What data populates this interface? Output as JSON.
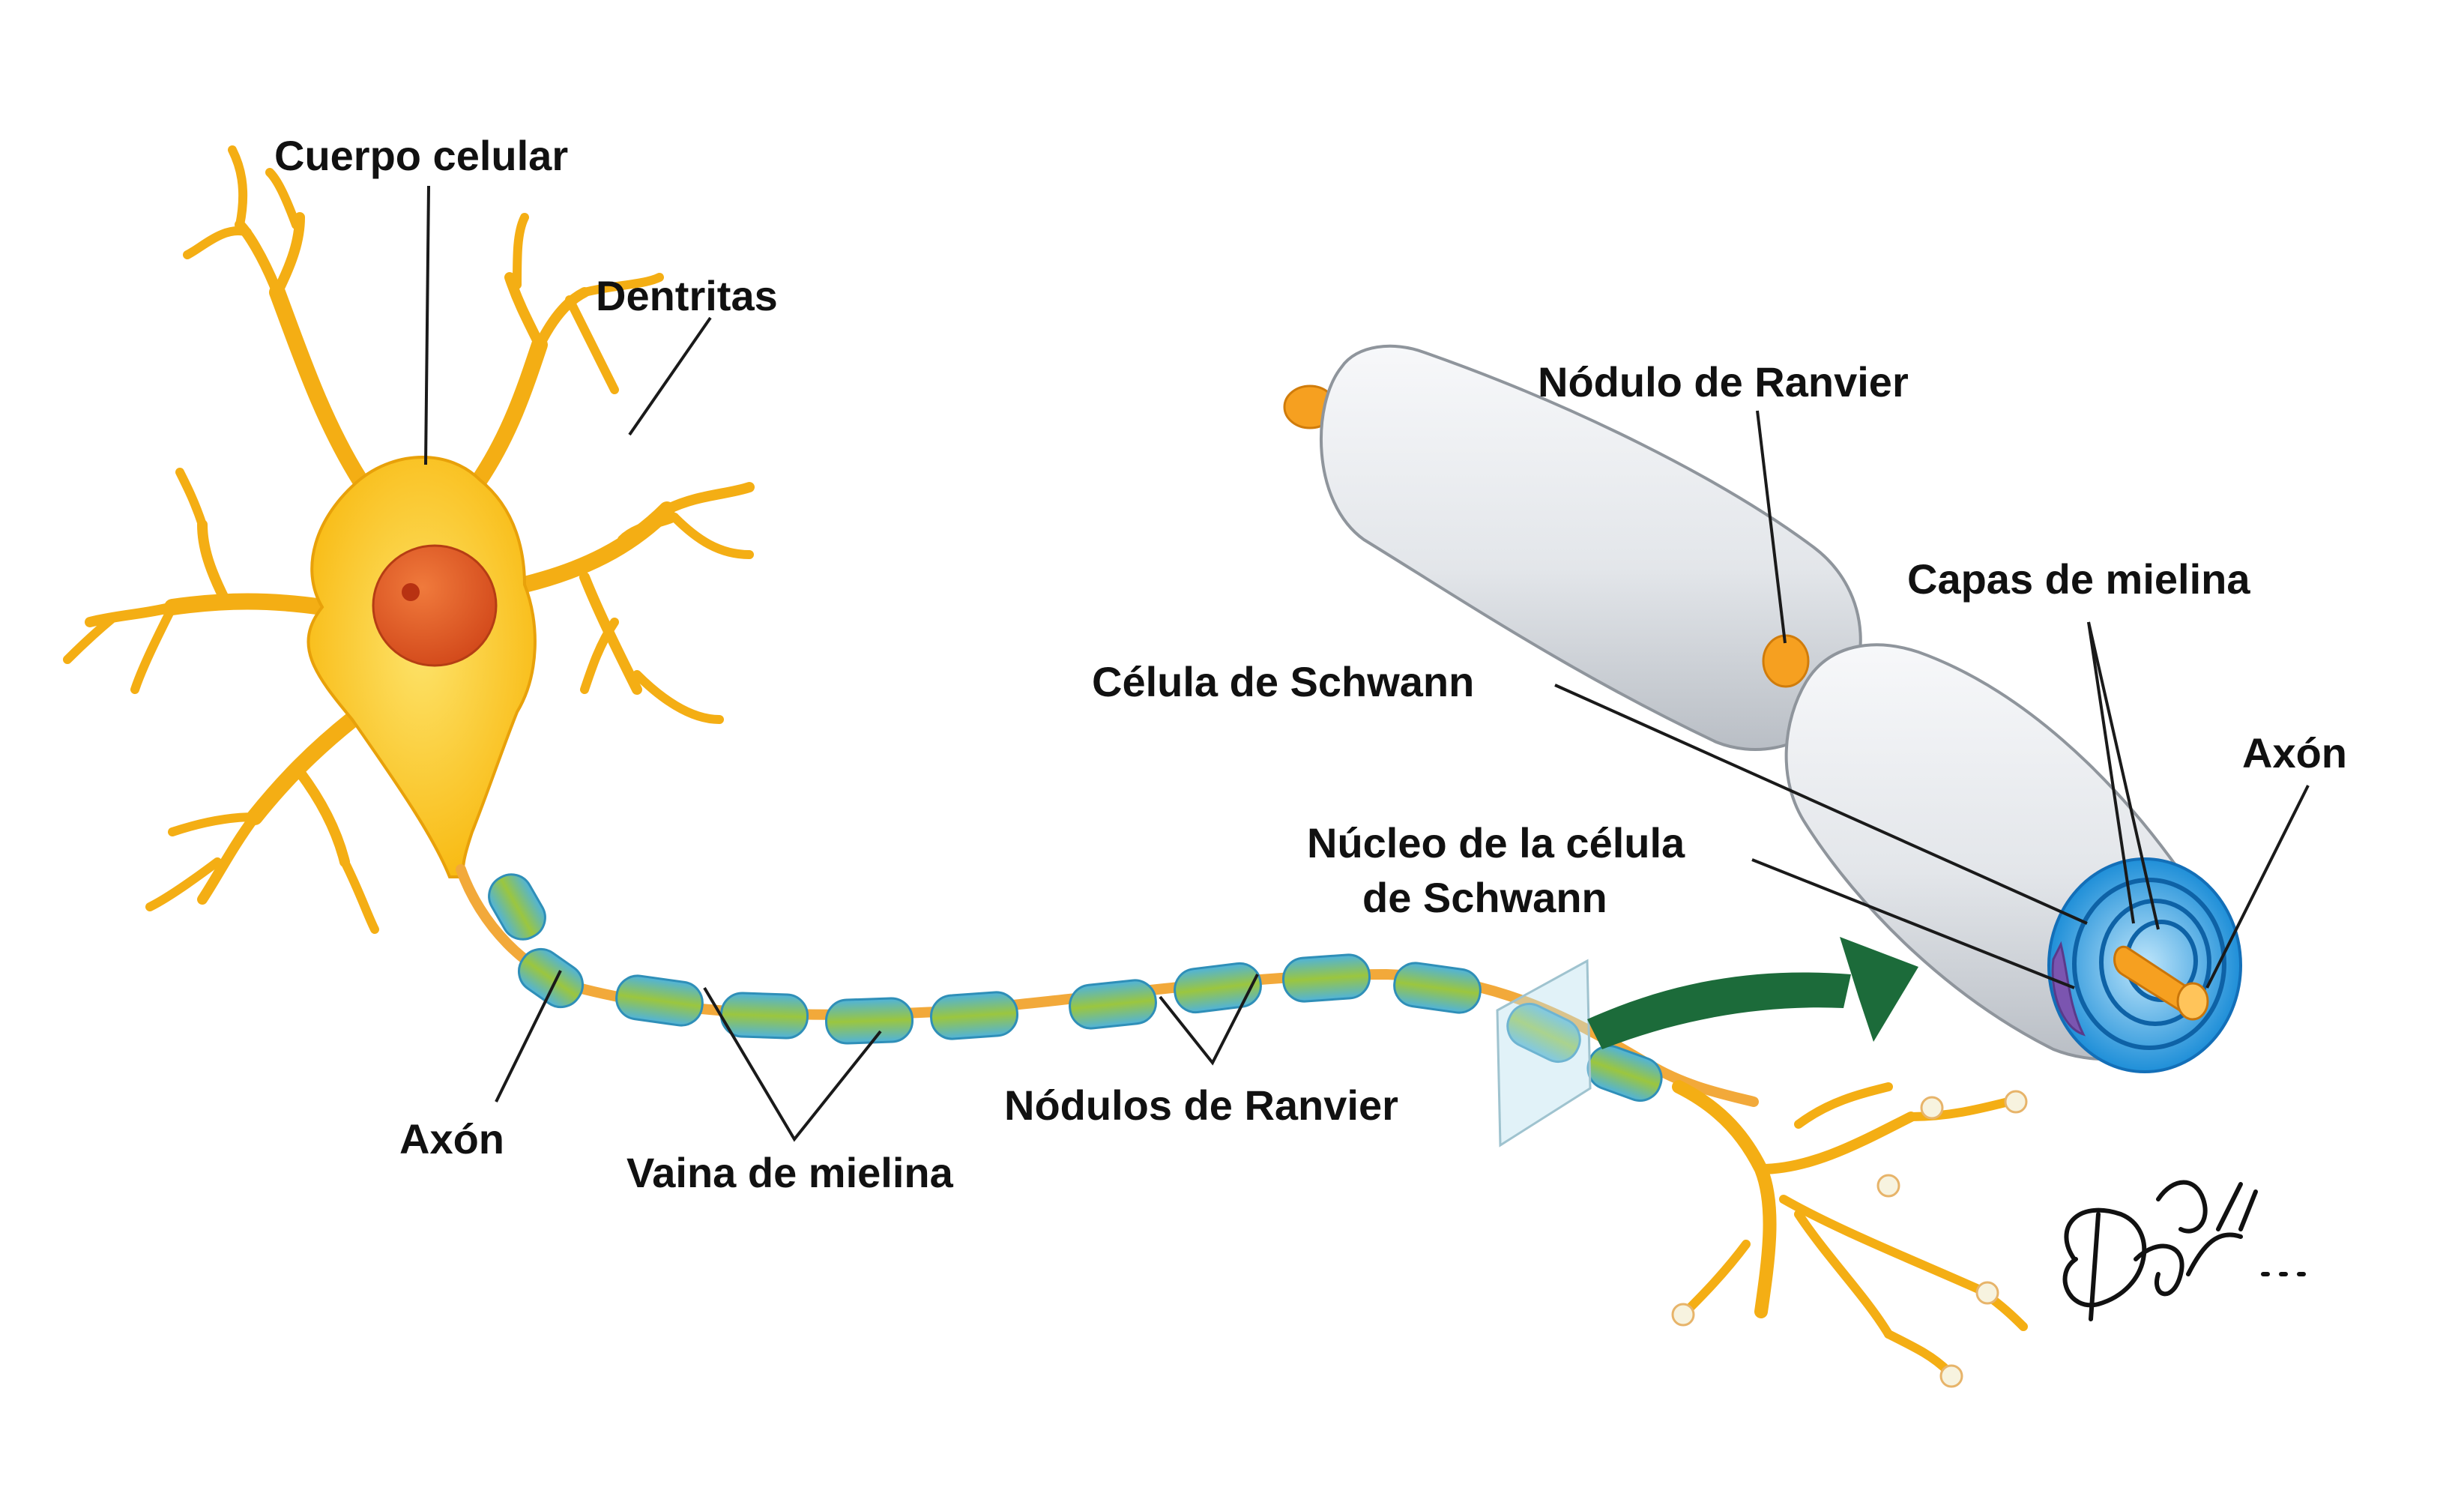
{
  "colors": {
    "soma": "#f8b80e",
    "soma_light": "#fde36a",
    "nucleus": "#e0561f",
    "myelin_blue": "#4fb3dc",
    "myelin_green": "#9bc63f",
    "axon_core": "#f2a93a",
    "schwann_white": "#e9ecf0",
    "node_orange": "#f6a020",
    "arrow_green": "#1c6b3a",
    "spiral_blue": "#1f8fd8",
    "schwann_nucleus": "#7b55b0",
    "leader": "#1a1a1a"
  },
  "labels": {
    "cell_body": "Cuerpo celular",
    "dendrites": "Dentritas",
    "axon_left": "Axón",
    "myelin_sheath": "Vaina de mielina",
    "nodes_ranvier": "Nódulos de Ranvier",
    "node_ranvier": "Nódulo de Ranvier",
    "myelin_layers": "Capas de mielina",
    "schwann_cell": "Célula de Schwann",
    "axon_right": "Axón",
    "schwann_nucleus_line1": "Núcleo de la célula",
    "schwann_nucleus_line2": "de Schwann"
  },
  "signature": "Dav..."
}
